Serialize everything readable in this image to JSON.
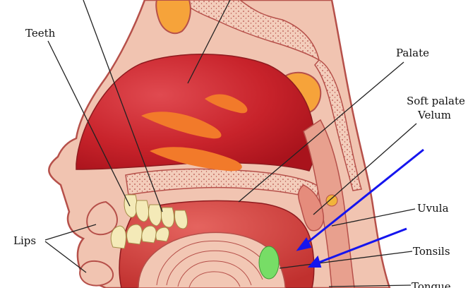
{
  "labels": {
    "teeth": "Teeth",
    "palate": "Palate",
    "soft_palate": "Soft palate",
    "velum": "Velum",
    "uvula": "Uvula",
    "lips": "Lips",
    "tonsils": "Tonsils",
    "tongue": "Tongue"
  },
  "colors": {
    "cavity_red": "#c8232b",
    "tissue_pink": "#f1c4b1",
    "tissue_outline": "#b6504a",
    "bone_orange": "#f6a33a",
    "tooth_cream": "#f4eab8",
    "tonsil_green": "#77dd66",
    "annotation_arrow": "#1515ee",
    "leader_line": "#222222"
  }
}
